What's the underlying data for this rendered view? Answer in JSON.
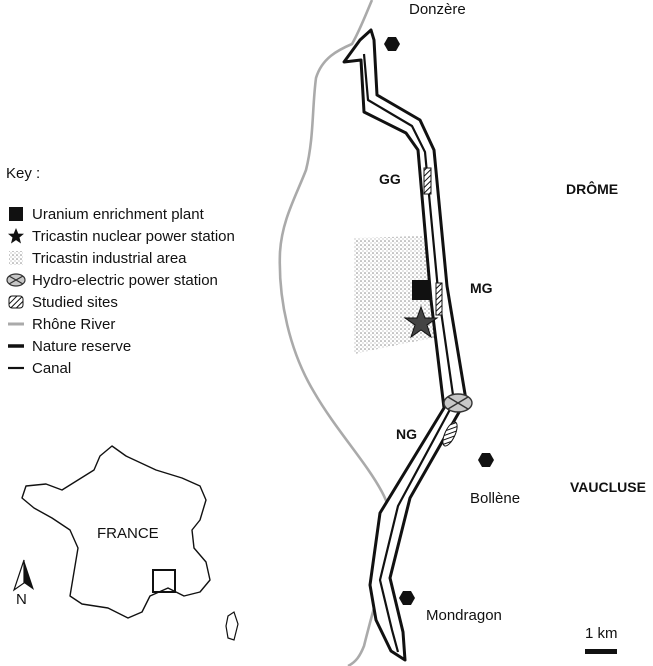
{
  "key": {
    "title": "Key :",
    "items": [
      {
        "label": "Uranium enrichment plant",
        "icon": "filled-square-icon"
      },
      {
        "label": "Tricastin nuclear power station",
        "icon": "star-icon"
      },
      {
        "label": "Tricastin industrial area",
        "icon": "stipple-pattern-icon"
      },
      {
        "label": "Hydro-electric power station",
        "icon": "crossed-ellipse-icon"
      },
      {
        "label": "Studied sites",
        "icon": "hatched-oval-icon"
      },
      {
        "label": "Rhône River",
        "icon": "grey-line-icon"
      },
      {
        "label": "Nature reserve",
        "icon": "black-thick-line-icon"
      },
      {
        "label": "Canal",
        "icon": "black-line-icon"
      }
    ]
  },
  "places": {
    "donzere": "Donzère",
    "bollene": "Bollène",
    "mondragon": "Mondragon"
  },
  "regions": {
    "drome": "DRÔME",
    "vaucluse": "VAUCLUSE"
  },
  "sites": {
    "gg": "GG",
    "mg": "MG",
    "ng": "NG"
  },
  "inset": {
    "country": "FRANCE",
    "north": "N"
  },
  "scale": {
    "label": "1 km"
  },
  "colors": {
    "river": "#aaaaaa",
    "ink": "#111111"
  }
}
